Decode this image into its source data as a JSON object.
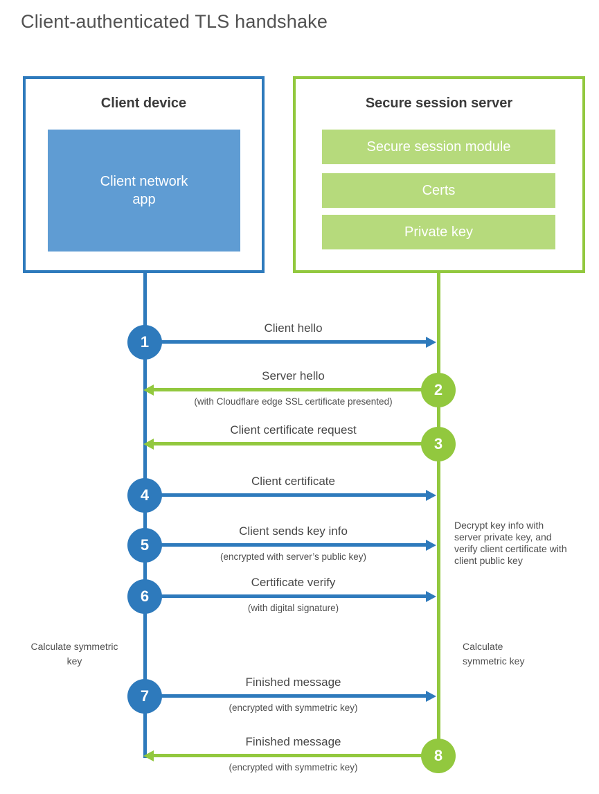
{
  "page": {
    "title": "Client-authenticated TLS handshake"
  },
  "colors": {
    "client_blue": "#2e7abc",
    "client_blue_fill": "#5f9cd3",
    "server_green": "#92c83e",
    "server_green_fill": "#b6da7c"
  },
  "client_box": {
    "title": "Client device",
    "app_label": "Client network app"
  },
  "server_box": {
    "title": "Secure session server",
    "modules": [
      "Secure session module",
      "Certs",
      "Private key"
    ]
  },
  "steps": [
    {
      "num": "1",
      "label": "Client hello",
      "sub": "",
      "direction": "right",
      "actor": "client"
    },
    {
      "num": "2",
      "label": "Server hello",
      "sub": "(with Cloudflare edge SSL certificate presented)",
      "direction": "left",
      "actor": "server"
    },
    {
      "num": "3",
      "label": "Client certificate request",
      "sub": "",
      "direction": "left",
      "actor": "server"
    },
    {
      "num": "4",
      "label": "Client certificate",
      "sub": "",
      "direction": "right",
      "actor": "client"
    },
    {
      "num": "5",
      "label": "Client sends key info",
      "sub": "(encrypted with server’s public key)",
      "direction": "right",
      "actor": "client"
    },
    {
      "num": "6",
      "label": "Certificate verify",
      "sub": "(with digital signature)",
      "direction": "right",
      "actor": "client"
    },
    {
      "num": "7",
      "label": "Finished message",
      "sub": "(encrypted with symmetric key)",
      "direction": "right",
      "actor": "client"
    },
    {
      "num": "8",
      "label": "Finished message",
      "sub": "(encrypted with symmetric key)",
      "direction": "left",
      "actor": "server"
    }
  ],
  "annotations": {
    "client_calculate": "Calculate symmetric key",
    "server_calculate": "Calculate symmetric key",
    "server_decrypt_note": "Decrypt key info with server private key, and verify client certificate with client public key"
  }
}
